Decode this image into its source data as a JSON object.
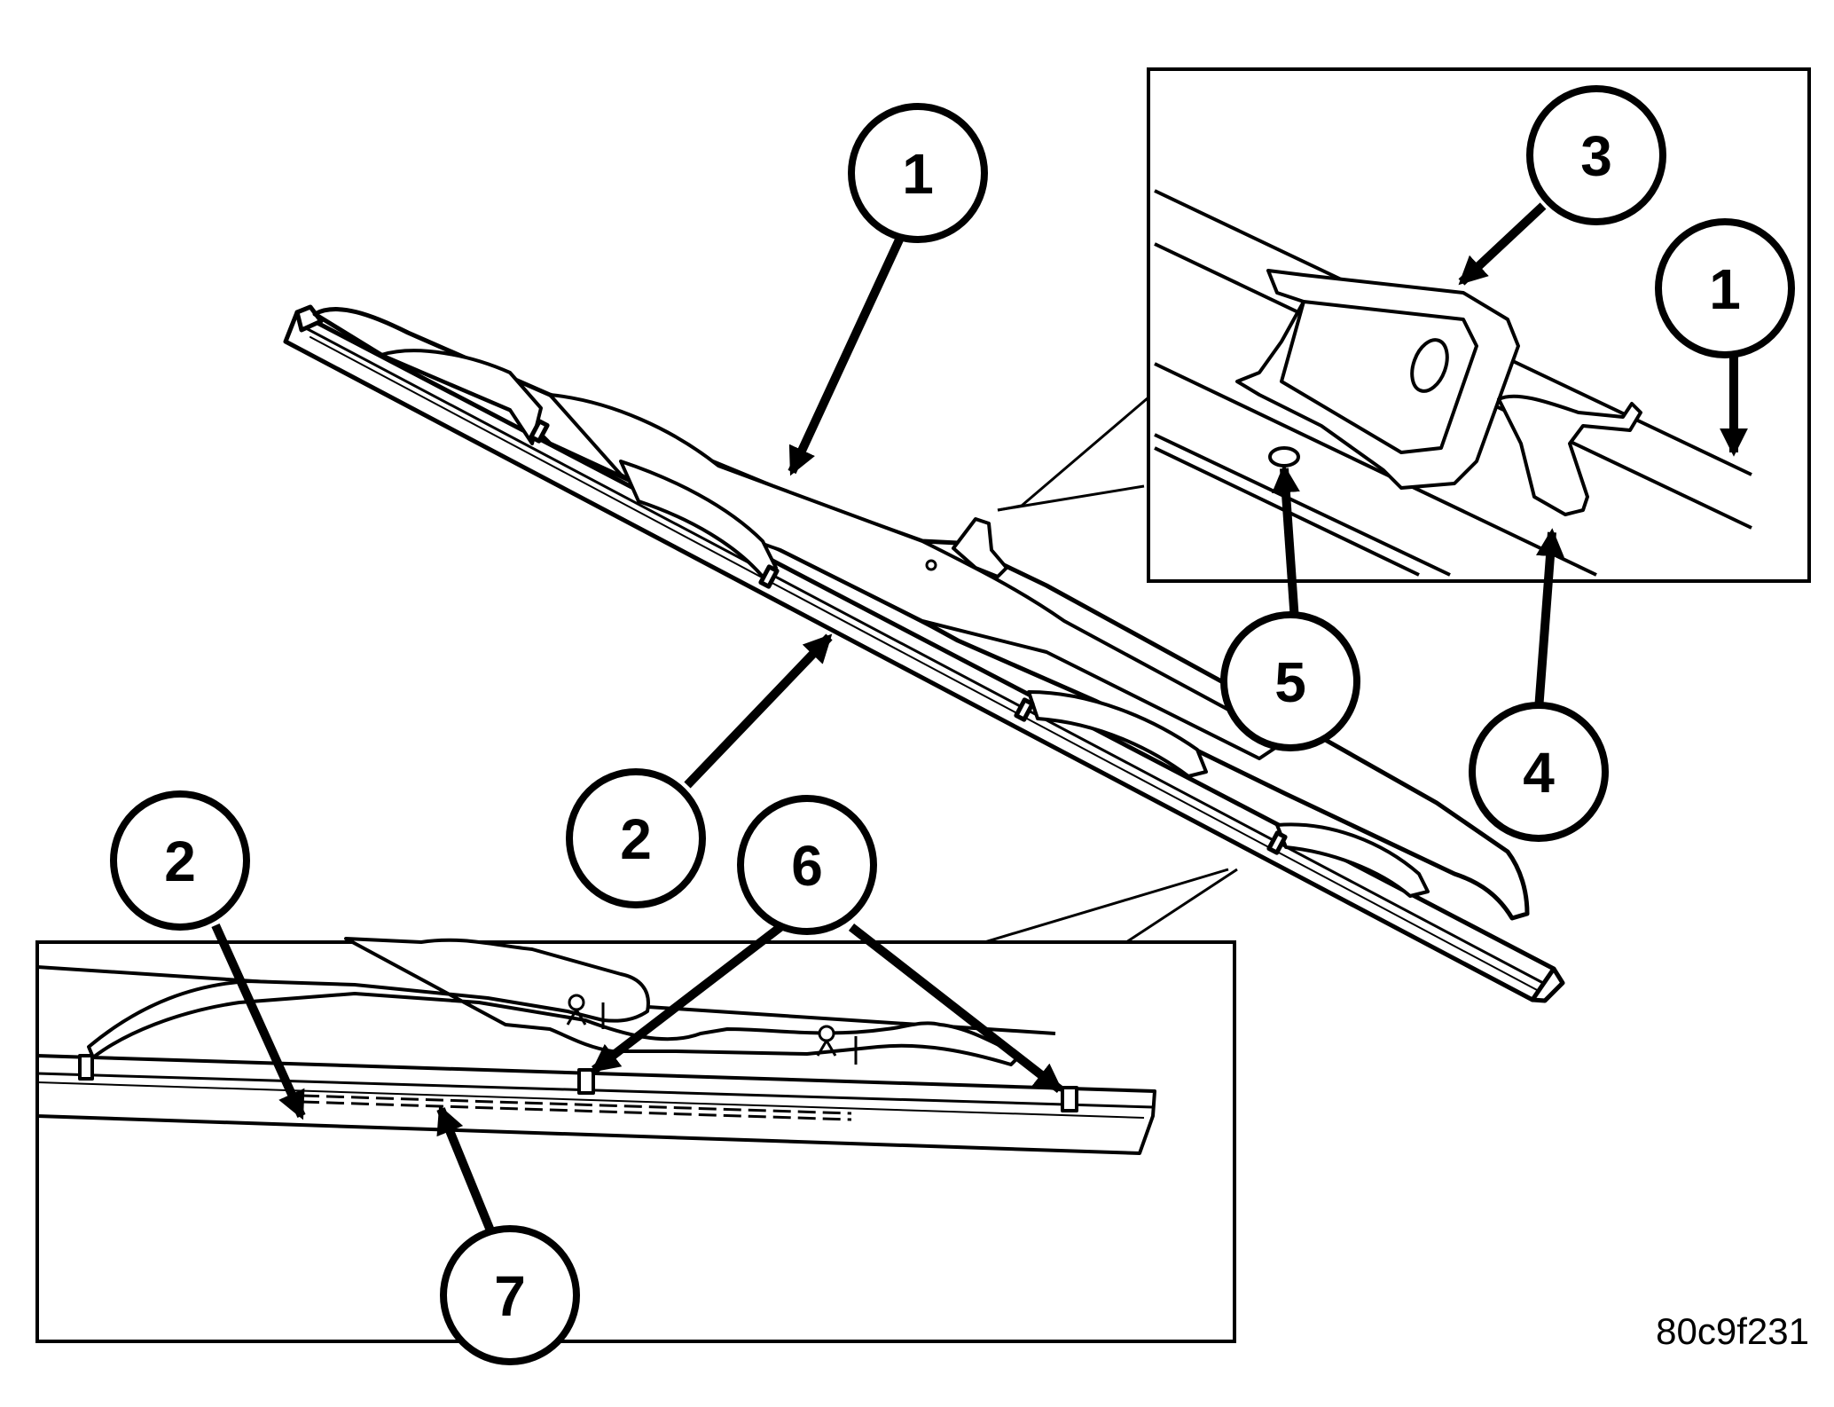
{
  "callouts": {
    "main_1": "1",
    "main_2": "2",
    "inset_top_3": "3",
    "inset_top_1": "1",
    "inset_top_5": "5",
    "inset_top_4": "4",
    "inset_bottom_2": "2",
    "inset_bottom_6": "6",
    "inset_bottom_7": "7"
  },
  "figure_id": "80c9f231",
  "colors": {
    "ink": "#000000",
    "paper": "#ffffff"
  }
}
